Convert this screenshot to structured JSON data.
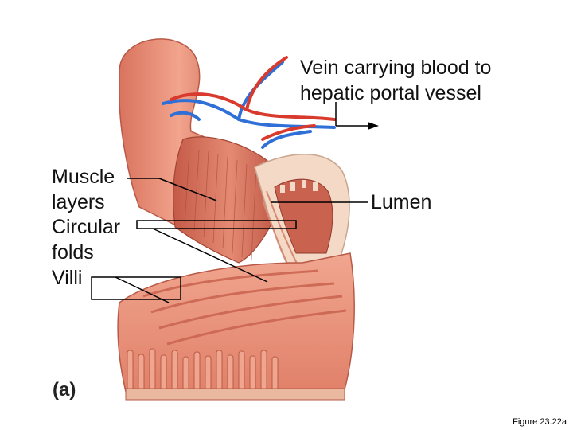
{
  "labels": {
    "vein": [
      "Vein carrying blood to",
      "hepatic portal vessel"
    ],
    "lumen": "Lumen",
    "muscle": [
      "Muscle",
      "layers"
    ],
    "circular": [
      "Circular",
      "folds"
    ],
    "villi": "Villi",
    "panel": "(a)"
  },
  "caption": "Figure 23.22a",
  "colors": {
    "tissue": "#e8917a",
    "tissue_dark": "#c9634f",
    "mucosa": "#f3d9c6",
    "vein": "#2f6fd6",
    "artery": "#d83a2e",
    "line": "#000000"
  }
}
